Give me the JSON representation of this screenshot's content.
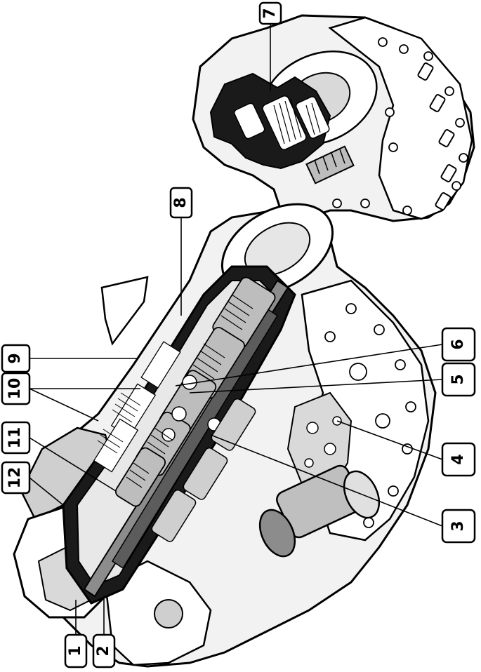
{
  "callouts": [
    {
      "id": "callout-1",
      "label": "1"
    },
    {
      "id": "callout-2",
      "label": "2"
    },
    {
      "id": "callout-3",
      "label": "3"
    },
    {
      "id": "callout-4",
      "label": "4"
    },
    {
      "id": "callout-5",
      "label": "5"
    },
    {
      "id": "callout-6",
      "label": "6"
    },
    {
      "id": "callout-7",
      "label": "7"
    },
    {
      "id": "callout-8",
      "label": "8"
    },
    {
      "id": "callout-9",
      "label": "9"
    },
    {
      "id": "callout-10",
      "label": "10"
    },
    {
      "id": "callout-11",
      "label": "11"
    },
    {
      "id": "callout-12",
      "label": "12"
    }
  ],
  "colors": {
    "ink": "#000000",
    "cutaway": "#1a1a1a",
    "metal_light": "#f2f2f2",
    "metal_mid": "#cfcfcf",
    "metal_dark": "#8c8c8c"
  }
}
